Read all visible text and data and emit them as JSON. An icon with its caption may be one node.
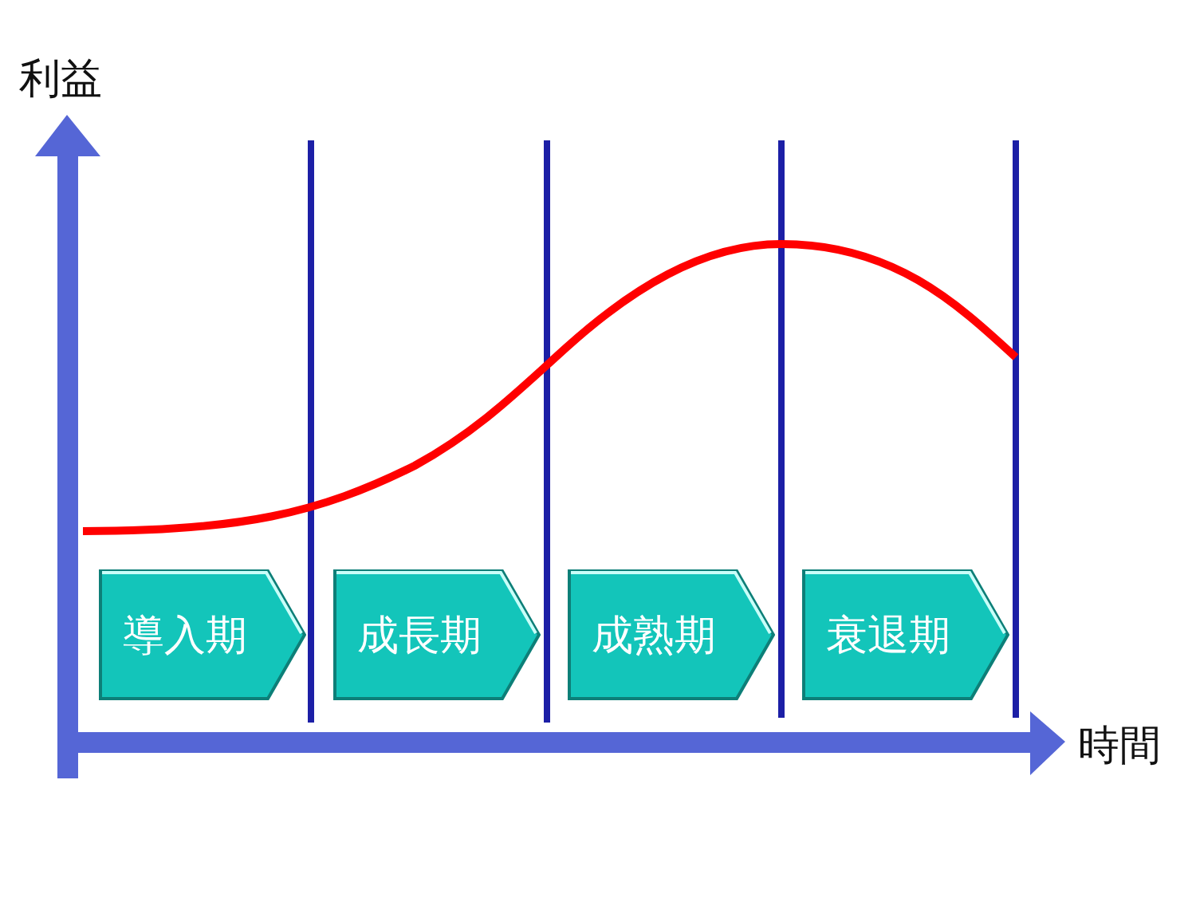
{
  "diagram": {
    "nodes": [
      {
        "text": [
          "導入期"
        ]
      },
      {
        "text": [
          "成長期"
        ]
      },
      {
        "text": [
          "成熟期"
        ]
      },
      {
        "text": [
          "衰退期"
        ]
      }
    ],
    "labels": [
      "利益",
      "時間"
    ]
  }
}
